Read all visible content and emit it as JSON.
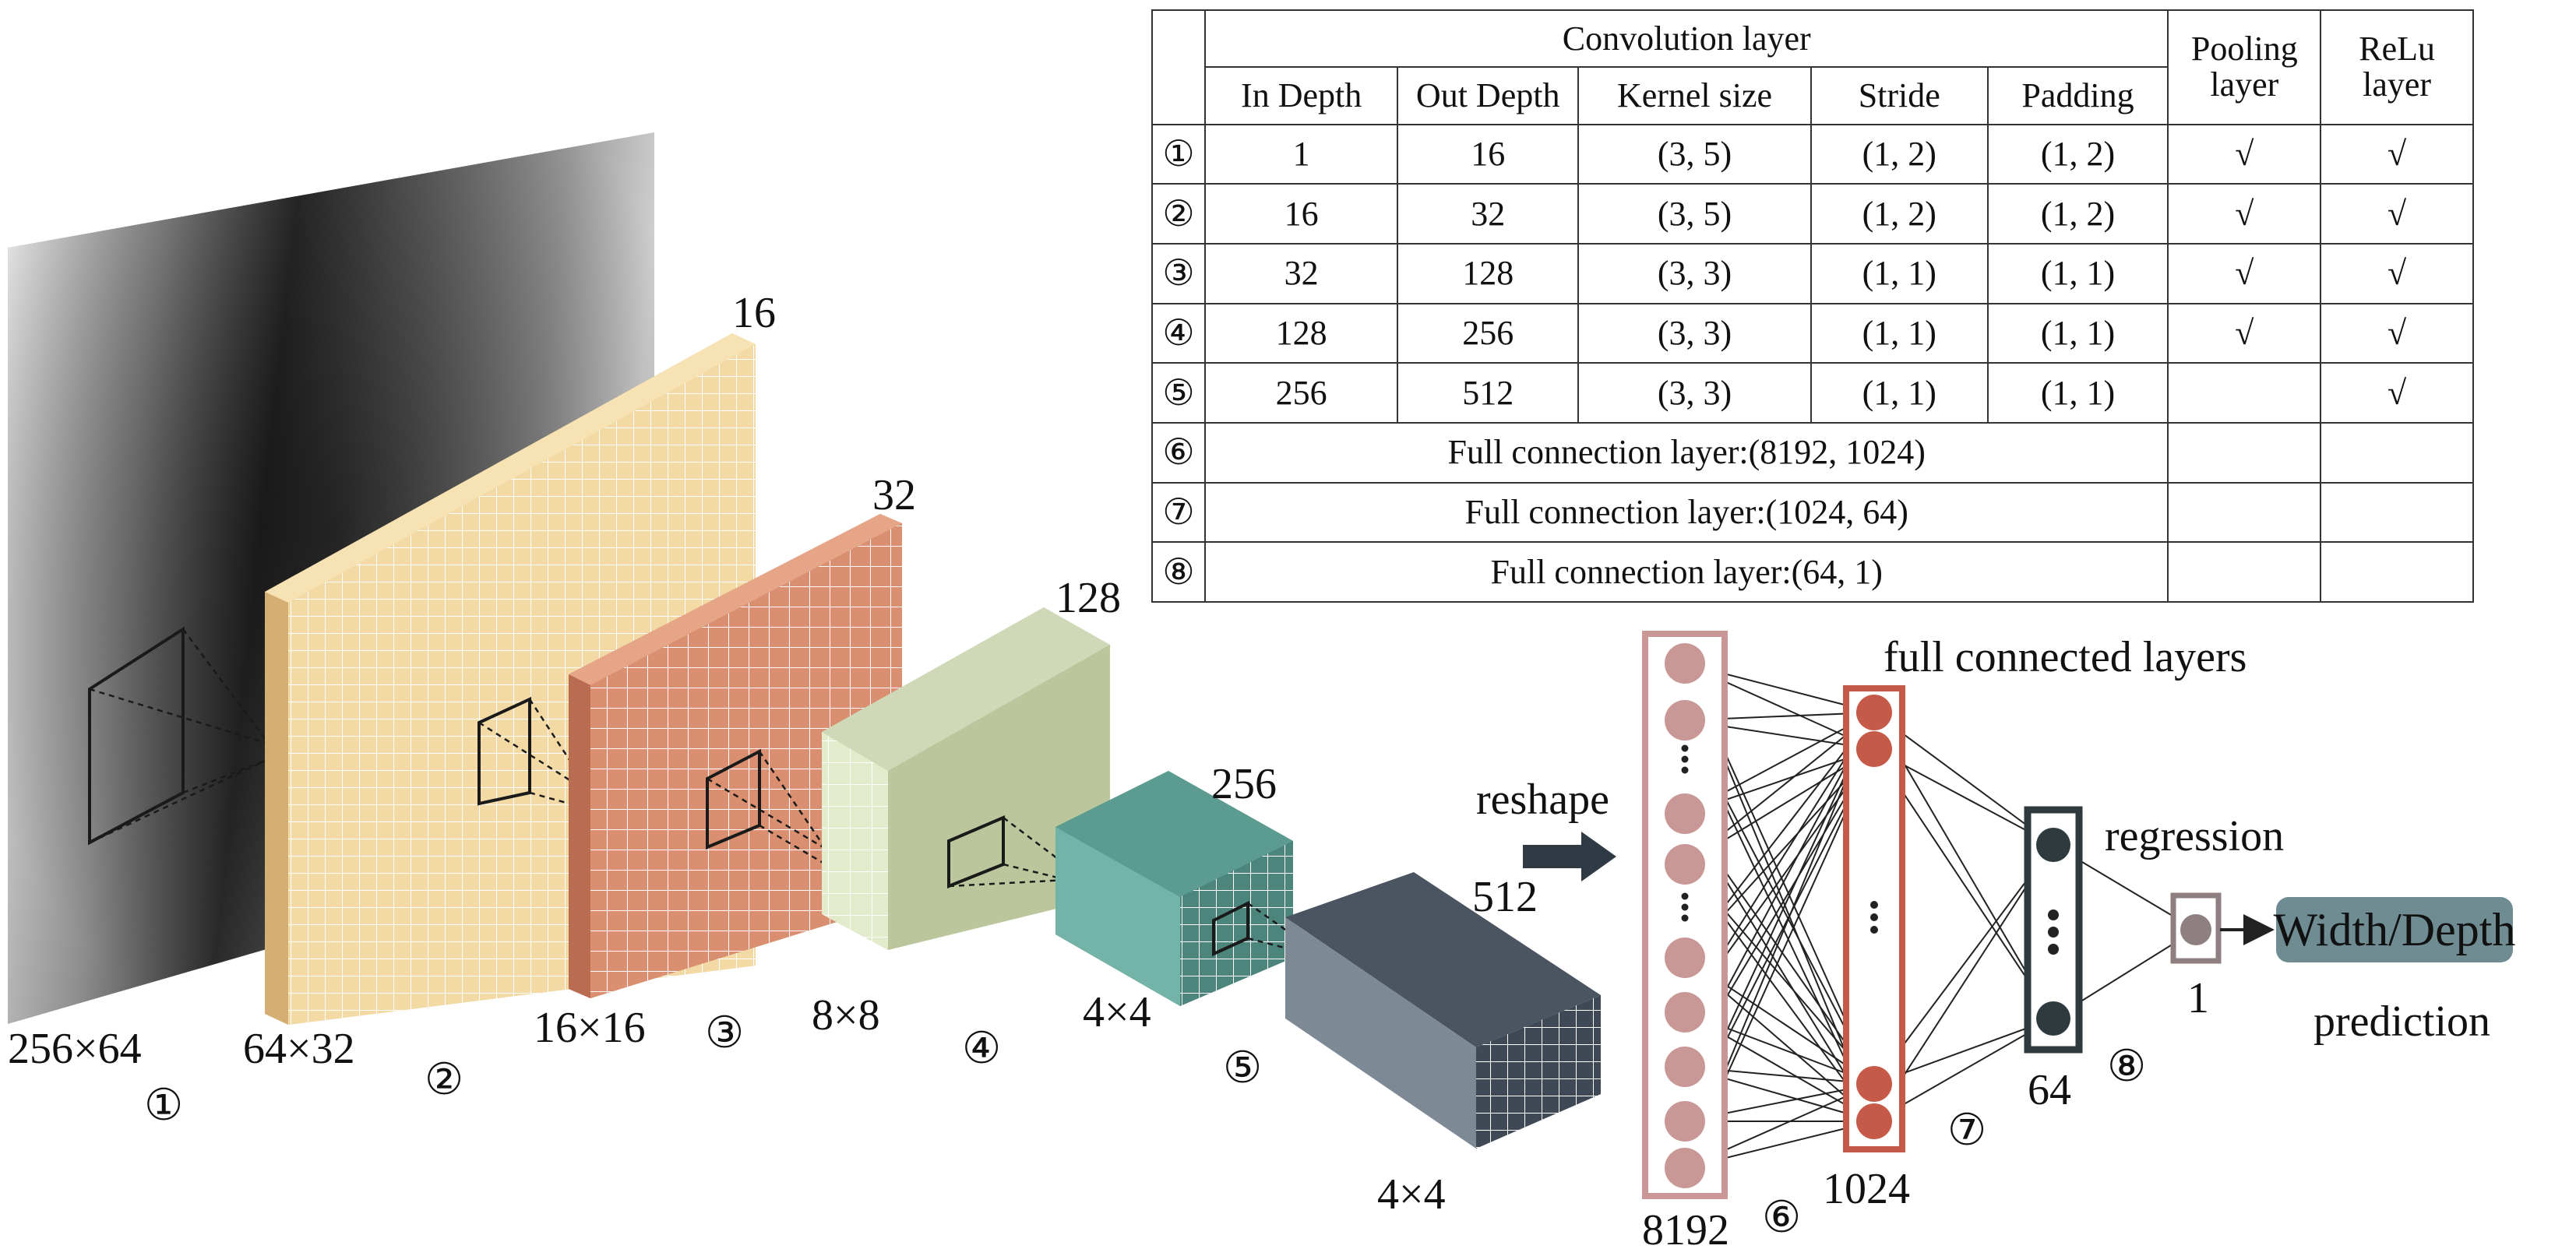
{
  "figure": {
    "input": {
      "size": "256×64",
      "index": "①"
    },
    "layers": [
      {
        "depth": "16",
        "size": "64×32",
        "index": "②",
        "color": "#f3d9a4"
      },
      {
        "depth": "32",
        "size": "16×16",
        "index": "③",
        "color": "#d98f70"
      },
      {
        "depth": "128",
        "size": "8×8",
        "index": "④",
        "color": "#e2ebcb"
      },
      {
        "depth": "256",
        "size": "4×4",
        "index": "⑤",
        "color": "#5c9b90"
      },
      {
        "depth": "512",
        "size": "4×4",
        "index": "",
        "color": "#4a5561"
      }
    ],
    "reshape_label": "reshape",
    "fc_title": "full connected layers",
    "regression_label": "regression",
    "fc_layers": [
      {
        "count": "8192",
        "index": "⑥",
        "color": "#c99896"
      },
      {
        "count": "1024",
        "index": "⑦",
        "color": "#c55a48"
      },
      {
        "count": "64",
        "index": "⑧",
        "color": "#2e3a3d"
      }
    ],
    "output": {
      "count": "1",
      "color": "#8e7f80"
    },
    "prediction": {
      "box_label": "Width/Depth",
      "caption": "prediction",
      "color": "#6e8c92"
    }
  },
  "table": {
    "group_header": "Convolution layer",
    "pooling_header_line1": "Pooling",
    "pooling_header_line2": "layer",
    "relu_header_line1": "ReLu",
    "relu_header_line2": "layer",
    "columns": [
      "In Depth",
      "Out Depth",
      "Kernel size",
      "Stride",
      "Padding"
    ],
    "rows": [
      {
        "idx": "①",
        "in": "1",
        "out": "16",
        "kernel": "(3, 5)",
        "stride": "(1, 2)",
        "padding": "(1, 2)",
        "pool": "√",
        "relu": "√"
      },
      {
        "idx": "②",
        "in": "16",
        "out": "32",
        "kernel": "(3, 5)",
        "stride": "(1, 2)",
        "padding": "(1, 2)",
        "pool": "√",
        "relu": "√"
      },
      {
        "idx": "③",
        "in": "32",
        "out": "128",
        "kernel": "(3, 3)",
        "stride": "(1, 1)",
        "padding": "(1, 1)",
        "pool": "√",
        "relu": "√"
      },
      {
        "idx": "④",
        "in": "128",
        "out": "256",
        "kernel": "(3, 3)",
        "stride": "(1, 1)",
        "padding": "(1, 1)",
        "pool": "√",
        "relu": "√"
      },
      {
        "idx": "⑤",
        "in": "256",
        "out": "512",
        "kernel": "(3, 3)",
        "stride": "(1, 1)",
        "padding": "(1, 1)",
        "pool": "",
        "relu": "√"
      }
    ],
    "fc_rows": [
      {
        "idx": "⑥",
        "text": "Full connection layer:(8192, 1024)"
      },
      {
        "idx": "⑦",
        "text": "Full connection layer:(1024, 64)"
      },
      {
        "idx": "⑧",
        "text": "Full connection layer:(64, 1)"
      }
    ]
  }
}
